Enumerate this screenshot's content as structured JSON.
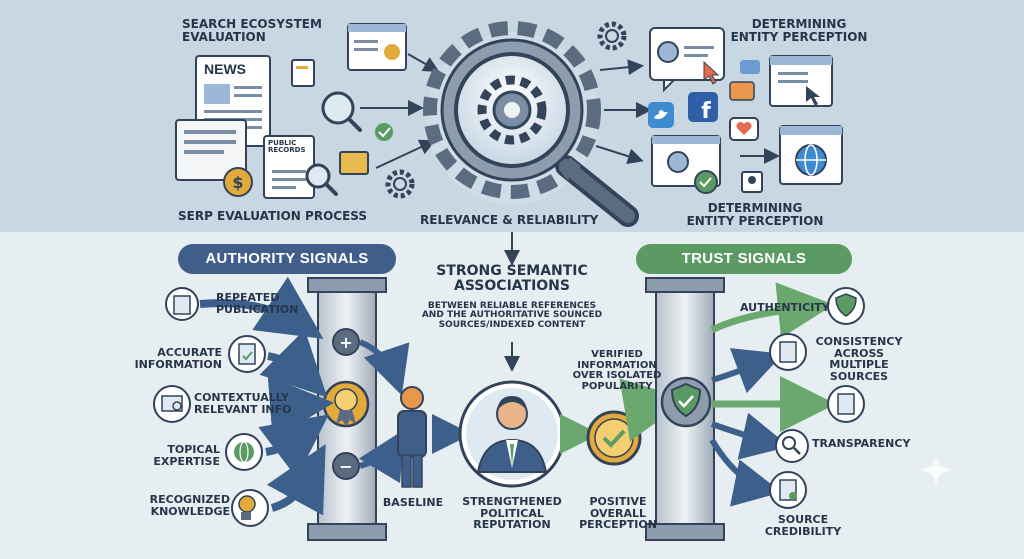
{
  "top": {
    "search_ecosystem": "SEARCH ECOSYSTEM\nEVALUATION",
    "serp_process": "SERP EVALUATION PROCESS",
    "relevance": "RELEVANCE & RELIABILITY",
    "entity_perception_top": "DETERMINING\nENTITY PERCEPTION",
    "entity_perception_bottom": "DETERMINING\nENTITY PERCEPTION",
    "news": "NEWS",
    "public_records": "PUBLIC\nRECORDS"
  },
  "authority": {
    "title": "AUTHORITY SIGNALS",
    "items": [
      "REPEATED\nPUBLICATION",
      "ACCURATE\nINFORMATION",
      "CONTEXTUALLY\nRELEVANT INFO",
      "TOPICAL\nEXPERTISE",
      "RECOGNIZED\nKNOWLEDGE"
    ]
  },
  "center": {
    "heading": "STRONG SEMANTIC\nASSOCIATIONS",
    "subheading": "BETWEEN RELIABLE REFERENCES\nAND THE AUTHORITATIVE SOUNCED\nSOURCES/INDEXED CONTENT",
    "verified": "VERIFIED\nINFORMATION\nOVER ISOLATED\nPOPULARITY",
    "baseline": "BASELINE",
    "strengthened": "STRENGTHENED\nPOLITICAL\nREPUTATION",
    "positive": "POSITIVE\nOVERALL\nPERCEPTION"
  },
  "trust": {
    "title": "TRUST SIGNALS",
    "items": [
      "AUTHENTICITY",
      "CONSISTENCY\nACROSS\nMULTIPLE\nSOURCES",
      "TRANSPARENCY",
      "SOURCE\nCREDIBILITY"
    ]
  },
  "colors": {
    "authority": "#3f5f8a",
    "trust": "#5b9a63",
    "arrow_blue": "#3d5f8c",
    "arrow_green": "#6aa86e",
    "gold": "#e2a93b"
  }
}
